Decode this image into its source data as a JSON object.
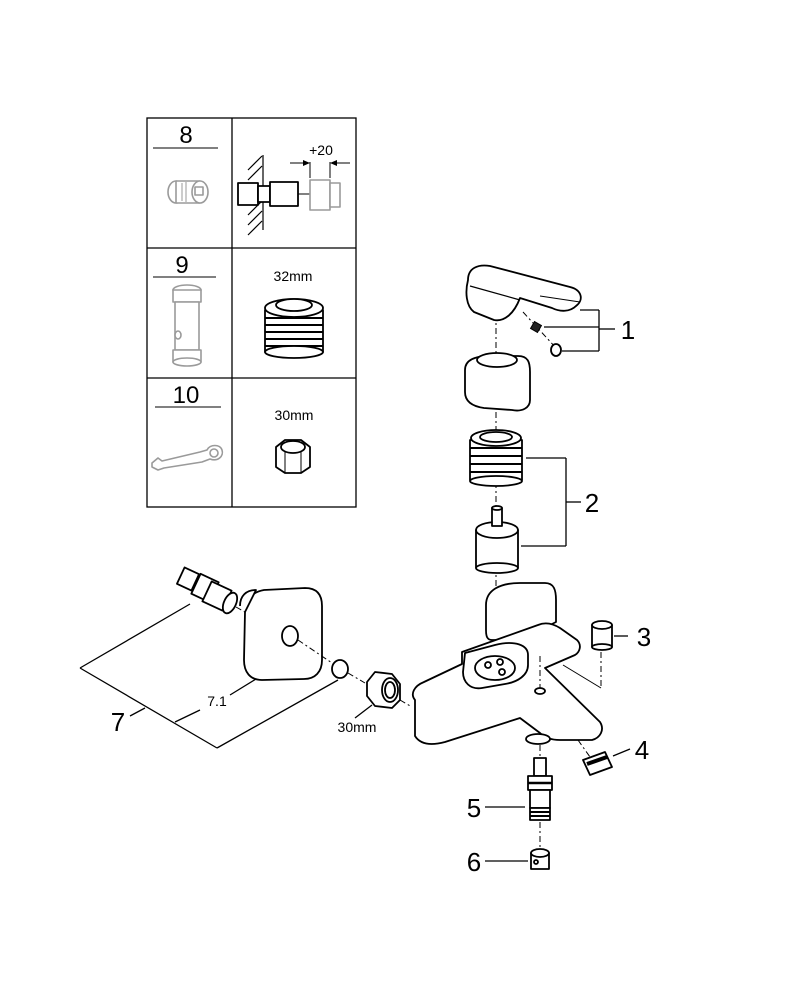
{
  "diagram": {
    "title": "Exploded parts diagram - single-lever bath/shower mixer",
    "callouts": [
      {
        "id": "1",
        "label": "1",
        "part": "lever handle with set screw and cap"
      },
      {
        "id": "2",
        "label": "2",
        "part": "cartridge with retaining nut"
      },
      {
        "id": "3",
        "label": "3",
        "part": "cap"
      },
      {
        "id": "4",
        "label": "4",
        "part": "aerator"
      },
      {
        "id": "5",
        "label": "5",
        "part": "diverter"
      },
      {
        "id": "6",
        "label": "6",
        "part": "diverter knob"
      },
      {
        "id": "7",
        "label": "7",
        "part": "S-union set"
      },
      {
        "id": "7.1",
        "label": "7.1",
        "part": "escutcheon"
      }
    ],
    "annotations": {
      "nut_size_union": "30mm"
    },
    "tool_table": {
      "rows": [
        {
          "number": "8",
          "tool": "extension",
          "detail_label": "+20",
          "detail": "extension dimension"
        },
        {
          "number": "9",
          "tool": "socket wrench",
          "detail_label": "32mm",
          "detail": "cartridge nut"
        },
        {
          "number": "10",
          "tool": "open-end wrench",
          "detail_label": "30mm",
          "detail": "union nut"
        }
      ]
    }
  }
}
